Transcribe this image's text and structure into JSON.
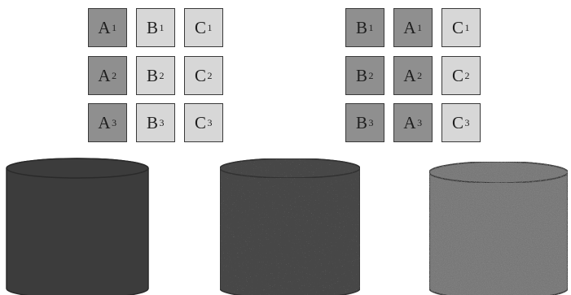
{
  "grids": [
    {
      "rows": [
        [
          {
            "l": "A",
            "s": "1",
            "shade": "dark"
          },
          {
            "l": "B",
            "s": "1",
            "shade": "light"
          },
          {
            "l": "C",
            "s": "1",
            "shade": "light"
          }
        ],
        [
          {
            "l": "A",
            "s": "2",
            "shade": "dark"
          },
          {
            "l": "B",
            "s": "2",
            "shade": "light"
          },
          {
            "l": "C",
            "s": "2",
            "shade": "light"
          }
        ],
        [
          {
            "l": "A",
            "s": "3",
            "shade": "dark"
          },
          {
            "l": "B",
            "s": "3",
            "shade": "light"
          },
          {
            "l": "C",
            "s": "3",
            "shade": "light"
          }
        ]
      ]
    },
    {
      "rows": [
        [
          {
            "l": "B",
            "s": "1",
            "shade": "dark"
          },
          {
            "l": "A",
            "s": "1",
            "shade": "dark"
          },
          {
            "l": "C",
            "s": "1",
            "shade": "light"
          }
        ],
        [
          {
            "l": "B",
            "s": "2",
            "shade": "dark"
          },
          {
            "l": "A",
            "s": "2",
            "shade": "dark"
          },
          {
            "l": "C",
            "s": "2",
            "shade": "light"
          }
        ],
        [
          {
            "l": "B",
            "s": "3",
            "shade": "dark"
          },
          {
            "l": "A",
            "s": "3",
            "shade": "dark"
          },
          {
            "l": "C",
            "s": "3",
            "shade": "light"
          }
        ]
      ]
    }
  ],
  "cylinders": [
    {
      "fill": "#3c3c3c",
      "texture": "solid"
    },
    {
      "fill": "#464646",
      "texture": "speckled"
    },
    {
      "fill": "#777777",
      "texture": "noisy"
    }
  ]
}
